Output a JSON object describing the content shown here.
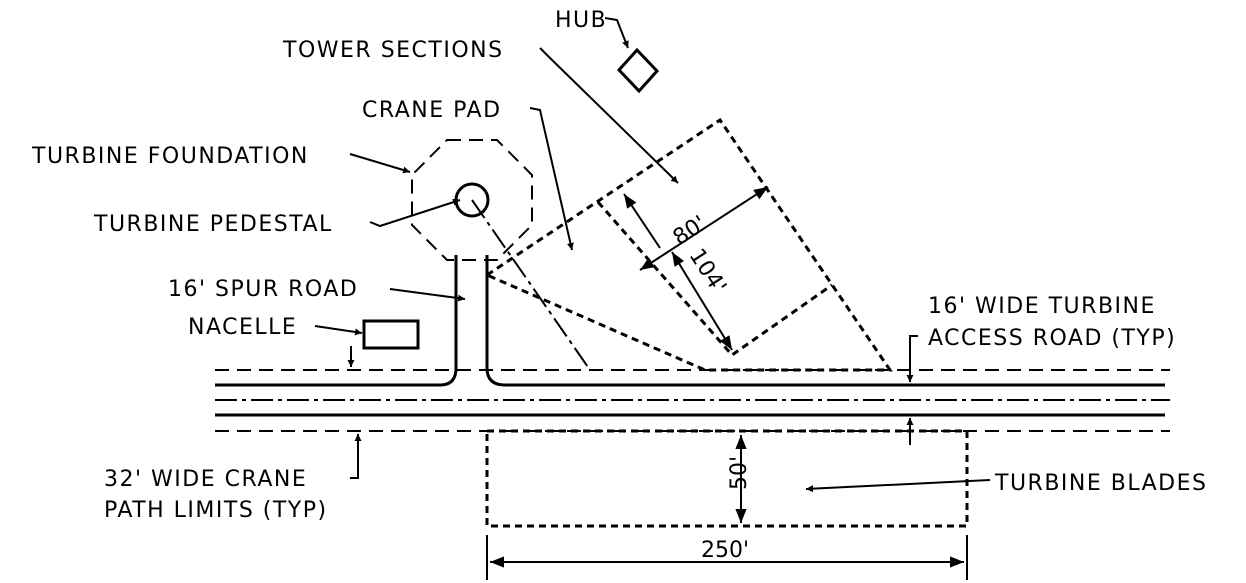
{
  "labels": {
    "hub": "HUB",
    "tower_sections": "TOWER SECTIONS",
    "crane_pad": "CRANE PAD",
    "turbine_foundation": "TURBINE FOUNDATION",
    "turbine_pedestal": "TURBINE PEDESTAL",
    "spur_road": "16' SPUR ROAD",
    "nacelle": "NACELLE",
    "access_road_line1": "16' WIDE TURBINE",
    "access_road_line2": "ACCESS ROAD (TYP)",
    "crane_path_line1": "32' WIDE CRANE",
    "crane_path_line2": "PATH LIMITS (TYP)",
    "turbine_blades": "TURBINE BLADES"
  },
  "dimensions": {
    "pad_width": "80'",
    "pad_length": "104'",
    "blades_depth": "50'",
    "blades_length": "250'"
  }
}
